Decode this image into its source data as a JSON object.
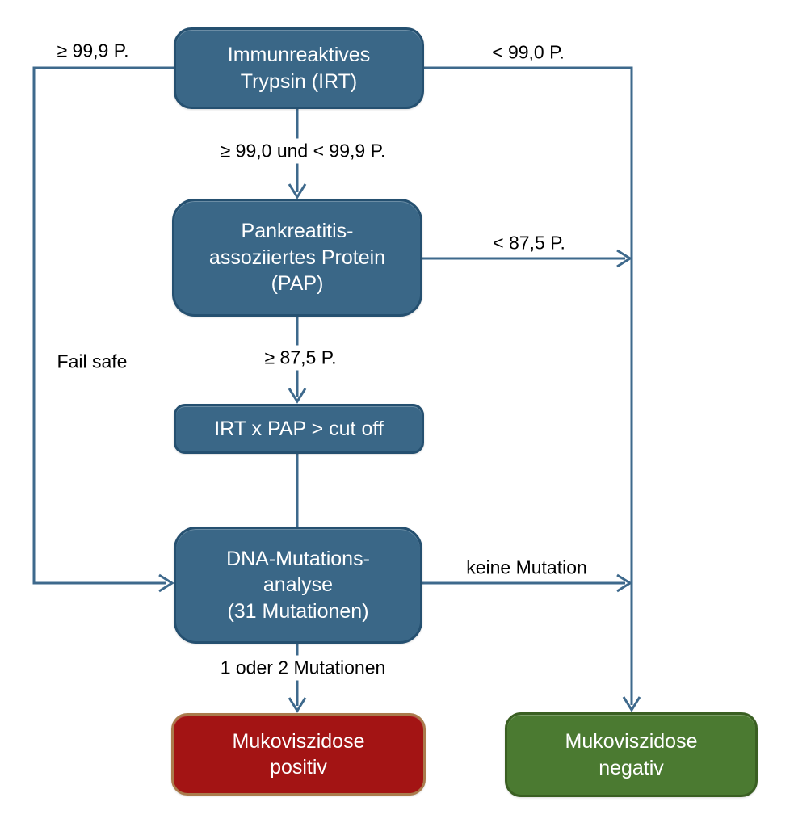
{
  "diagram": {
    "type": "flowchart",
    "language": "de",
    "nodes": {
      "irt": {
        "lines": [
          "Immunreaktives",
          "Trypsin (IRT)"
        ]
      },
      "pap": {
        "lines": [
          "Pankreatitis-",
          "assoziiertes Protein",
          "(PAP)"
        ]
      },
      "cutoff": {
        "lines": [
          "IRT x PAP > cut off"
        ]
      },
      "dna": {
        "lines": [
          "DNA-Mutations-",
          "analyse",
          "(31 Mutationen)"
        ]
      },
      "positive": {
        "lines": [
          "Mukoviszidose",
          "positiv"
        ]
      },
      "negative": {
        "lines": [
          "Mukoviszidose",
          "negativ"
        ]
      }
    },
    "edge_labels": {
      "ge_99_9": "≥ 99,9 P.",
      "lt_99_0": "< 99,0 P.",
      "irt_to_pap": "≥ 99,0 und < 99,9 P.",
      "lt_87_5": "< 87,5 P.",
      "ge_87_5": "≥ 87,5 P.",
      "fail_safe": "Fail safe",
      "keine_mutation": "keine Mutation",
      "mutationen_1_2": "1 oder 2 Mutationen"
    },
    "colors": {
      "node_fill": "#3A6787",
      "node_border": "#255070",
      "positive_fill": "#A31414",
      "positive_border": "#AA7B4C",
      "negative_fill": "#4B7A31",
      "negative_border": "#3A5F22",
      "line": "#3E698C",
      "node_text": "#FFFFFF",
      "label_text": "#000000"
    }
  }
}
